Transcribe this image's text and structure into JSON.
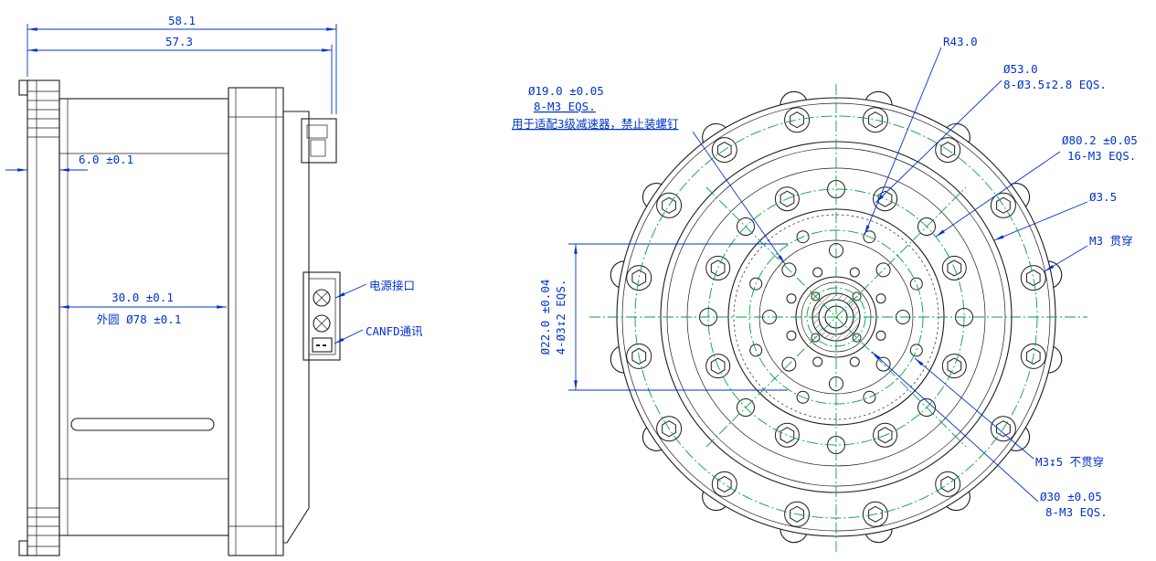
{
  "colors": {
    "geometry": "#1c1c1c",
    "dimension": "#0033cc",
    "centerline": "#00a342"
  },
  "side_view": {
    "dim_total_width": "58.1",
    "dim_body_width": "57.3",
    "dim_flange": "6.0 ±0.1",
    "dim_depth": "30.0 ±0.1",
    "dim_outer_dia": "外圆 Ø78 ±0.1",
    "label_power": "电源接口",
    "label_canfd": "CANFD通讯"
  },
  "front_view": {
    "radius_note": "R43.0",
    "d53_line1": "Ø53.0",
    "d53_line2": "8-Ø3.5↧2.8 EQS.",
    "d19_line1": "Ø19.0 ±0.05",
    "d19_line2": "8-M3 EQS.",
    "d19_note": "用于适配3级减速器，禁止装螺钉",
    "d80_line1": "Ø80.2 ±0.05",
    "d80_line2": "16-M3 EQS.",
    "d35": "Ø3.5",
    "m3_through": "M3 贯穿",
    "d22_line1": "Ø22.0 ±0.04",
    "d22_line2": "4-Ø3↧2 EQS.",
    "m3_blind": "M3↧5 不贯穿",
    "d30_line1": "Ø30 ±0.05",
    "d30_line2": "8-M3 EQS."
  }
}
